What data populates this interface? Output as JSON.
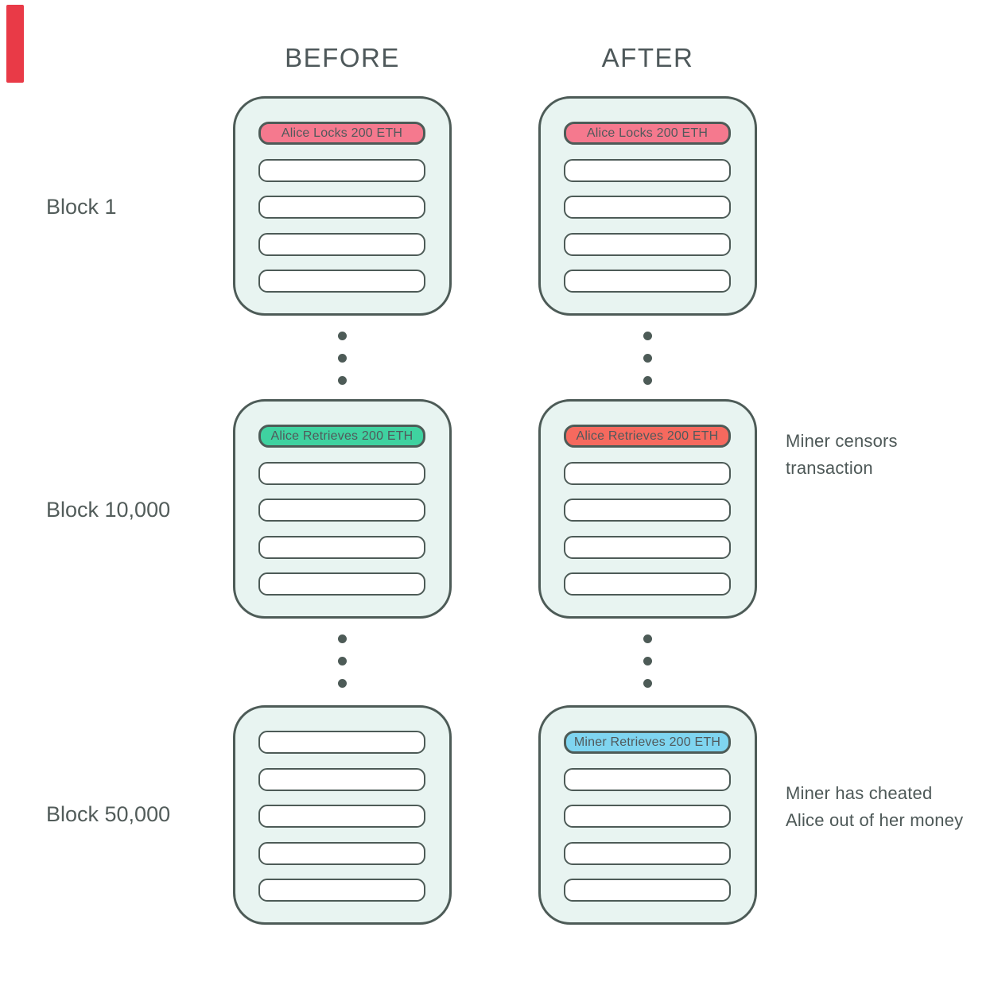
{
  "headers": {
    "before": "BEFORE",
    "after": "AFTER"
  },
  "row_labels": [
    "Block 1",
    "Block 10,000",
    "Block 50,000"
  ],
  "blocks": [
    {
      "name": "before-block-1",
      "badge": {
        "label": "Alice Locks 200 ETH",
        "color": "#f5798e"
      }
    },
    {
      "name": "after-block-1",
      "badge": {
        "label": "Alice Locks 200 ETH",
        "color": "#f5798e"
      }
    },
    {
      "name": "before-block-10000",
      "badge": {
        "label": "Alice Retrieves 200 ETH",
        "color": "#3fd2a0"
      }
    },
    {
      "name": "after-block-10000",
      "badge": {
        "label": "Alice Retrieves 200 ETH",
        "color": "#f6695e"
      }
    },
    {
      "name": "before-block-50000",
      "badge": null
    },
    {
      "name": "after-block-50000",
      "badge": {
        "label": "Miner Retrieves 200 ETH",
        "color": "#7fd5f0"
      }
    }
  ],
  "annotations": [
    {
      "lines": [
        "Miner censors",
        "transaction"
      ]
    },
    {
      "lines": [
        "Miner has cheated",
        "Alice out of her money"
      ]
    }
  ],
  "colors": {
    "block_fill": "#e8f4f1",
    "outline": "#4d5b57",
    "heading_text": "#4e585a",
    "body_text": "#4d5857",
    "marker_red": "#e93a47",
    "badge_pink": "#f5798e",
    "badge_green": "#3fd2a0",
    "badge_red": "#f6695e",
    "badge_blue": "#7fd5f0"
  }
}
